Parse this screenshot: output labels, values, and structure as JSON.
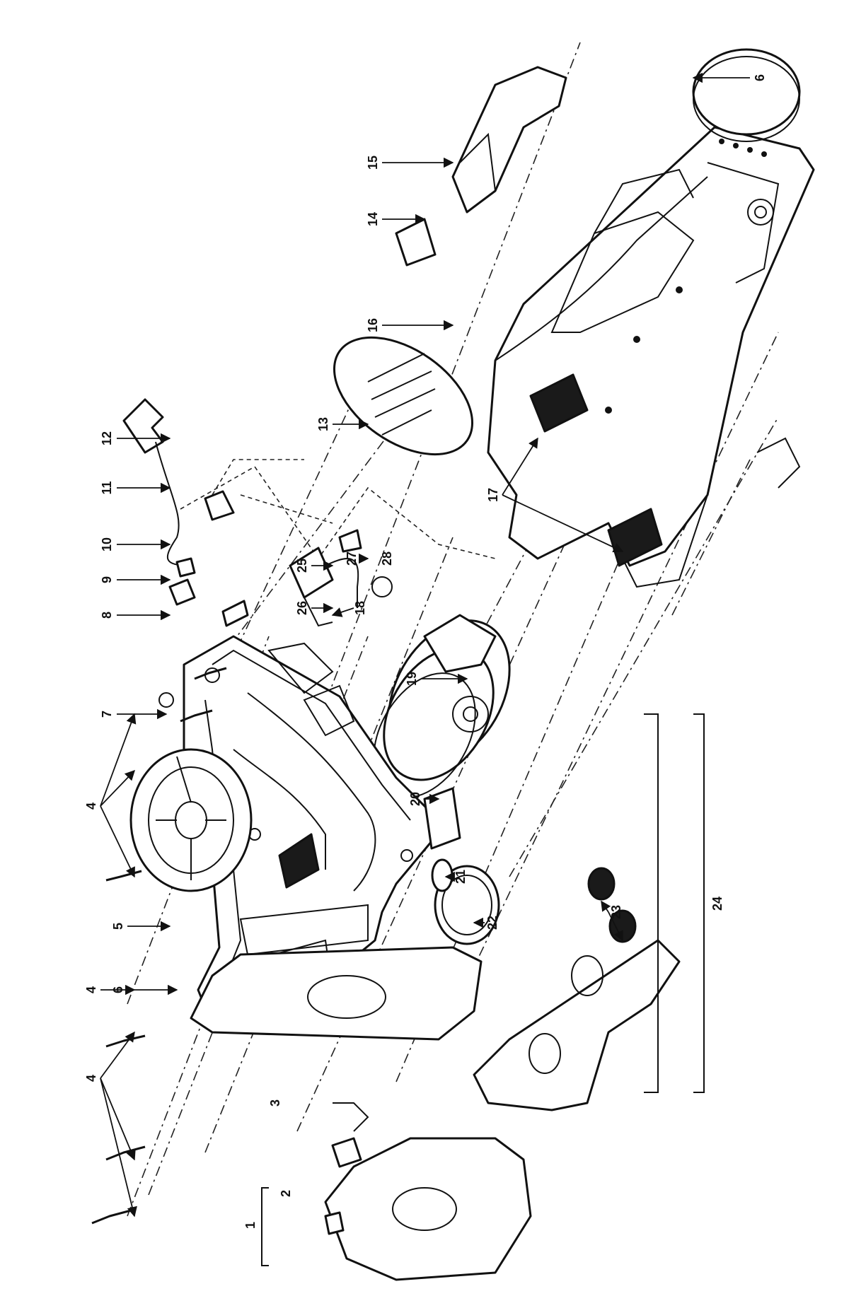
{
  "callouts": [
    "1",
    "2",
    "3",
    "4",
    "4",
    "4",
    "5",
    "6",
    "6",
    "7",
    "8",
    "9",
    "10",
    "11",
    "12",
    "13",
    "14",
    "15",
    "16",
    "17",
    "18",
    "19",
    "20",
    "21",
    "22",
    "23",
    "24",
    "25",
    "26",
    "27",
    "28"
  ]
}
